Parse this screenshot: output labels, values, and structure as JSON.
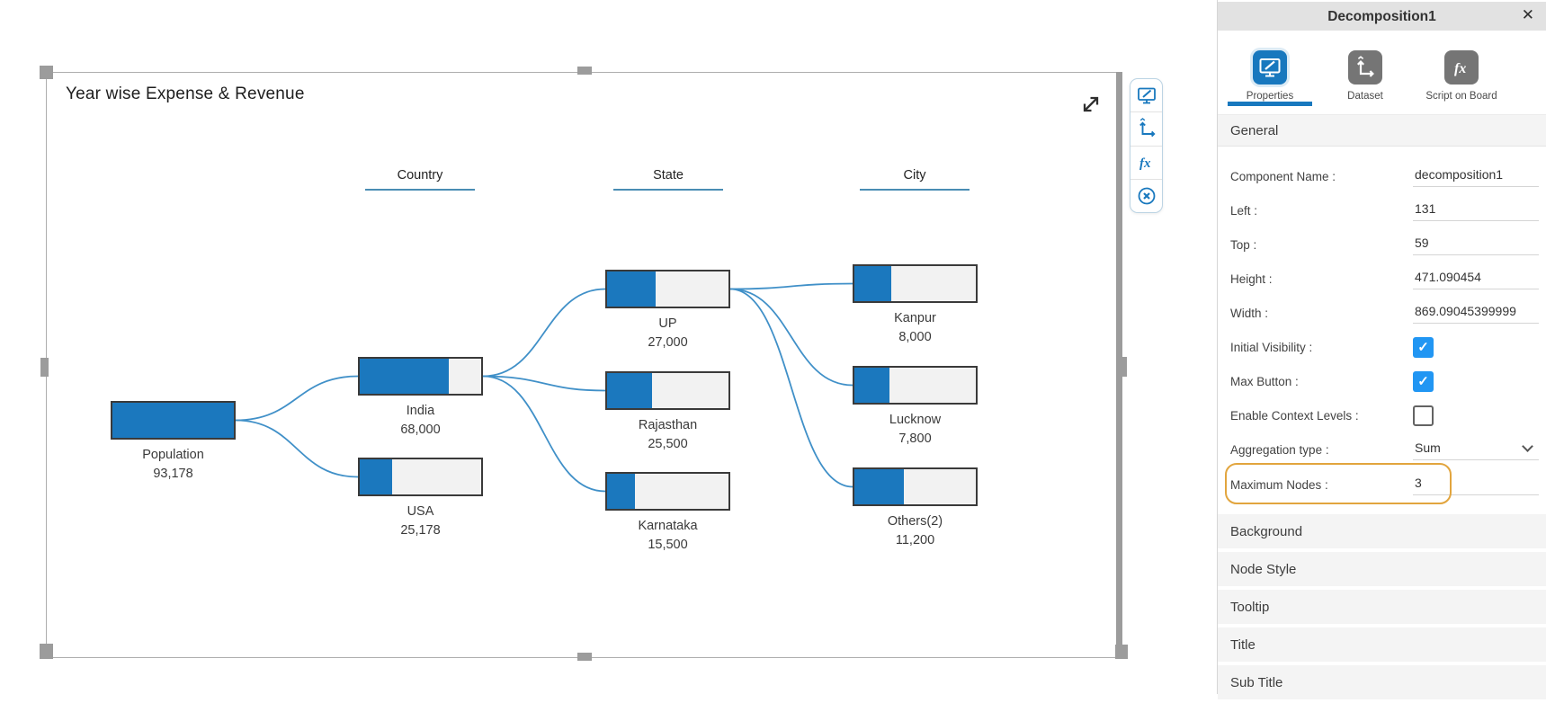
{
  "chart_data": {
    "type": "decomposition_tree",
    "title": "Year wise Expense & Revenue",
    "levels": [
      "Country",
      "State",
      "City"
    ],
    "nodes": [
      {
        "id": "population",
        "label": "Population",
        "value": 93178,
        "display": "93,178",
        "fill_pct": 100,
        "parent": null,
        "level": 0
      },
      {
        "id": "india",
        "label": "India",
        "value": 68000,
        "display": "68,000",
        "fill_pct": 73,
        "parent": "population",
        "level": 1
      },
      {
        "id": "usa",
        "label": "USA",
        "value": 25178,
        "display": "25,178",
        "fill_pct": 27,
        "parent": "population",
        "level": 1
      },
      {
        "id": "up",
        "label": "UP",
        "value": 27000,
        "display": "27,000",
        "fill_pct": 40,
        "parent": "india",
        "level": 2
      },
      {
        "id": "rajasthan",
        "label": "Rajasthan",
        "value": 25500,
        "display": "25,500",
        "fill_pct": 37,
        "parent": "india",
        "level": 2
      },
      {
        "id": "karnataka",
        "label": "Karnataka",
        "value": 15500,
        "display": "15,500",
        "fill_pct": 23,
        "parent": "india",
        "level": 2
      },
      {
        "id": "kanpur",
        "label": "Kanpur",
        "value": 8000,
        "display": "8,000",
        "fill_pct": 30,
        "parent": "up",
        "level": 3
      },
      {
        "id": "lucknow",
        "label": "Lucknow",
        "value": 7800,
        "display": "7,800",
        "fill_pct": 29,
        "parent": "up",
        "level": 3
      },
      {
        "id": "others",
        "label": "Others(2)",
        "value": 11200,
        "display": "11,200",
        "fill_pct": 41,
        "parent": "up",
        "level": 3
      }
    ],
    "colors": {
      "node_fill": "#1b78be",
      "node_empty": "#f2f2f2",
      "node_border": "#3a3a3a",
      "edge": "#4090c8",
      "level_underline": "#4a8db4"
    }
  },
  "canvas": {
    "chart_title": "Year wise Expense & Revenue",
    "expand_icon": "expand-arrows-icon",
    "floating_toolbar_icons": [
      "monitor-edit-icon",
      "axis-icon",
      "fx-icon",
      "close-circle-icon"
    ]
  },
  "panel": {
    "title": "Decomposition1",
    "close_label": "✕",
    "tabs": [
      {
        "label": "Properties",
        "icon": "monitor-edit-icon",
        "active": true
      },
      {
        "label": "Dataset",
        "icon": "axis-icon",
        "active": false
      },
      {
        "label": "Script on Board",
        "icon": "fx-icon",
        "active": false
      }
    ],
    "general": {
      "header": "General",
      "fields": [
        {
          "label": "Component Name :",
          "value": "decomposition1",
          "type": "text"
        },
        {
          "label": "Left :",
          "value": "131",
          "type": "text"
        },
        {
          "label": "Top :",
          "value": "59",
          "type": "text"
        },
        {
          "label": "Height :",
          "value": "471.090454",
          "type": "text"
        },
        {
          "label": "Width :",
          "value": "869.09045399999",
          "type": "text"
        },
        {
          "label": "Initial Visibility :",
          "checked": true,
          "type": "checkbox"
        },
        {
          "label": "Max Button :",
          "checked": true,
          "type": "checkbox"
        },
        {
          "label": "Enable Context Levels :",
          "checked": false,
          "type": "checkbox"
        },
        {
          "label": "Aggregation type :",
          "value": "Sum",
          "type": "select"
        },
        {
          "label": "Maximum Nodes :",
          "value": "3",
          "type": "text",
          "highlighted": true
        }
      ]
    },
    "collapsed_sections": [
      "Background",
      "Node Style",
      "Tooltip",
      "Title",
      "Sub Title"
    ],
    "accent_colors": {
      "checkbox": "#2196f3",
      "active_tab": "#1878be",
      "highlight": "#e2a53e"
    }
  }
}
